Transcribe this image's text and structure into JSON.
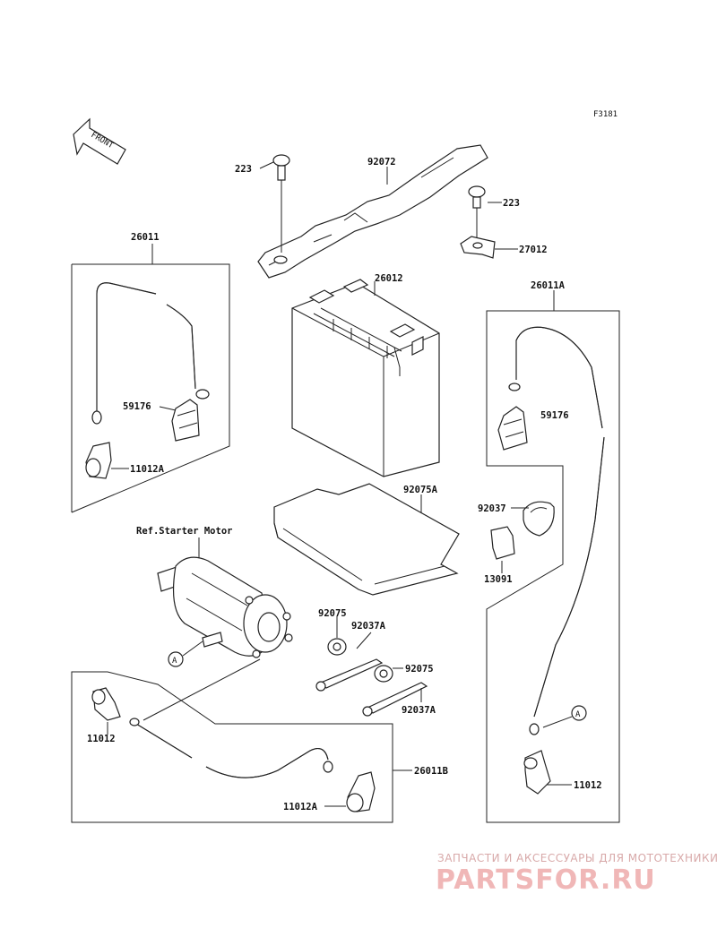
{
  "figure_code": "F3181",
  "front_arrow_label": "FRONT",
  "ref_label": "Ref.Starter Motor",
  "connector_letter": "A",
  "parts": {
    "p223_a": "223",
    "p223_b": "223",
    "p92072": "92072",
    "p27012": "27012",
    "p26011": "26011",
    "p26012": "26012",
    "p26011A": "26011A",
    "p59176_a": "59176",
    "p59176_b": "59176",
    "p11012A_a": "11012A",
    "p11012A_b": "11012A",
    "p92075A": "92075A",
    "p92037": "92037",
    "p13091": "13091",
    "p92075_a": "92075",
    "p92037A_a": "92037A",
    "p92075_b": "92075",
    "p92037A_b": "92037A",
    "p11012_a": "11012",
    "p11012_b": "11012",
    "p26011B": "26011B"
  },
  "watermark": {
    "tagline": "ЗАПЧАСТИ И АКСЕССУАРЫ ДЛЯ МОТОТЕХНИКИ",
    "brand": "PARTSFOR.RU"
  },
  "colors": {
    "line": "#222222",
    "watermark": "#f0b7b7"
  }
}
